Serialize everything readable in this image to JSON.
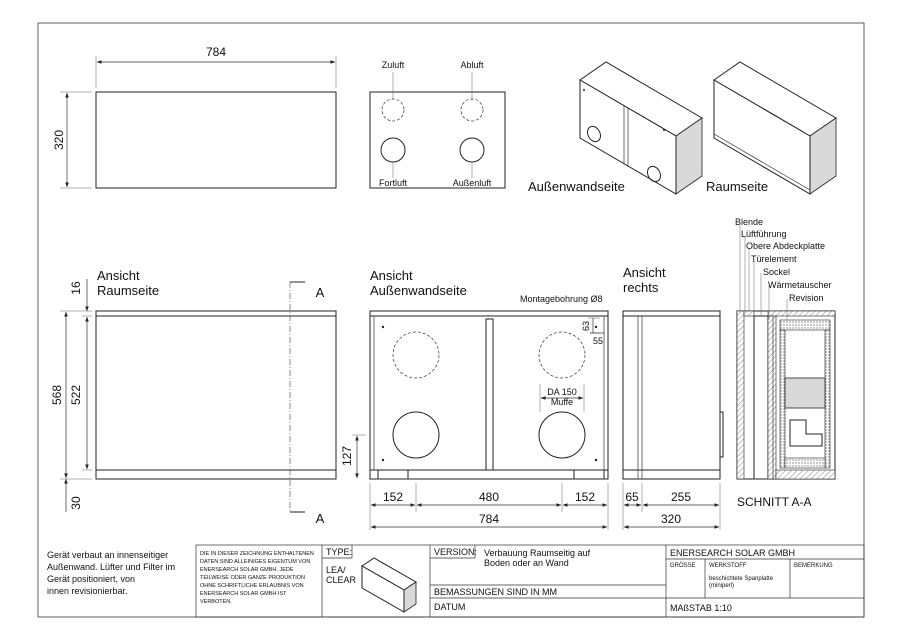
{
  "top_view": {
    "width": "784",
    "height": "320"
  },
  "port_view": {
    "zuluft": "Zuluft",
    "abluft": "Abluft",
    "fortluft": "Fortluft",
    "aussenluft": "Außenluft"
  },
  "iso": {
    "outer": "Außenwandseite",
    "inner": "Raumseite"
  },
  "front_view": {
    "title_1": "Ansicht",
    "title_2": "Raumseite",
    "dim_16": "16",
    "dim_568": "568",
    "dim_522": "522",
    "dim_30": "30",
    "section_mark": "A"
  },
  "back_view": {
    "title_1": "Ansicht",
    "title_2": "Außenwandseite",
    "drill": "Montagebohrung Ø8",
    "dim_63": "63",
    "dim_55": "55",
    "da": "DA 150",
    "muffe": "Muffe",
    "dim_127": "127",
    "dim_152a": "152",
    "dim_480": "480",
    "dim_152b": "152",
    "dim_784": "784"
  },
  "side_view": {
    "title_1": "Ansicht",
    "title_2": "rechts",
    "dim_65": "65",
    "dim_255": "255",
    "dim_320": "320"
  },
  "section": {
    "title": "SCHNITT A-A",
    "labels": [
      "Blende",
      "Lüftführung",
      "Obere Abdeckplatte",
      "Türelement",
      "Sockel",
      "Wärmetauscher",
      "Revision"
    ]
  },
  "notes": {
    "lines": [
      "Gerät verbaut an innenseitiger",
      "Außenwand. Lüfter und Filter im",
      "Gerät positioniert, von",
      "innen revisionierbar."
    ]
  },
  "title_block": {
    "disclaimer": [
      "DIE IN DIESER ZEICHNUNG ENTHALTENEN",
      "DATEN SIND ALLEINIGES EIGENTUM VON",
      "ENERSEARCH SOLAR GMBH. JEDE",
      "TEILWEISE ODER GANZE PRODUKTION",
      "OHNE SCHRIFTLICHE ERLAUBNIS VON",
      "ENERSEARCH SOLAR GMBH IST",
      "VERBOTEN."
    ],
    "type_label": "TYPE:",
    "type_value_1": "LEA/",
    "type_value_2": "CLEAR",
    "version_label": "VERSION:",
    "version_value_1": "Verbauung Raumseitig auf",
    "version_value_2": "Boden oder an Wand",
    "dims_note": "BEMASSUNGEN SIND IN MM",
    "datum": "DATUM",
    "company": "ENERSEARCH SOLAR GMBH",
    "groesse": "GRÖSSE",
    "werkstoff": "WERKSTOFF",
    "bemerkung": "BEMERKUNG",
    "werkstoff_value_1": "beschichtete Spanplatte",
    "werkstoff_value_2": "(miniperl)",
    "massstab": "MAßSTAB 1:10"
  }
}
